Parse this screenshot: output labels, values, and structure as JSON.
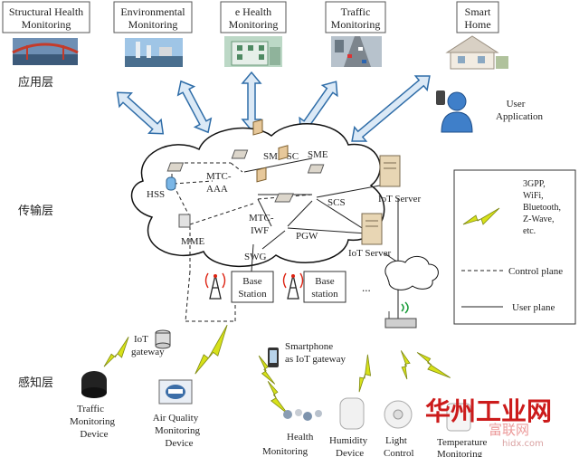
{
  "layers": {
    "application": "应用层",
    "transport": "传输层",
    "perception": "感知层"
  },
  "applications": [
    {
      "line1": "Structural Health",
      "line2": "Monitoring"
    },
    {
      "line1": "Environmental",
      "line2": "Monitoring"
    },
    {
      "line1": "e Health",
      "line2": "Monitoring"
    },
    {
      "line1": "Traffic",
      "line2": "Monitoring"
    },
    {
      "line1": "Smart",
      "line2": "Home"
    }
  ],
  "user_application": {
    "line1": "User",
    "line2": "Application"
  },
  "network_nodes": {
    "hss": "HSS",
    "mtc_aaa_1": "MTC-",
    "mtc_aaa_2": "AAA",
    "sms_sc": "SMS-SC",
    "sme": "SME",
    "scs": "SCS",
    "mtc_iwf_1": "MTC-",
    "mtc_iwf_2": "IWF",
    "mme": "MME",
    "pgw": "PGW",
    "swg": "SWG",
    "iot_server_1": "IoT Server",
    "iot_server_2": "IoT Server"
  },
  "base_stations": [
    {
      "line1": "Base",
      "line2": "Station"
    },
    {
      "line1": "Base",
      "line2": "station"
    }
  ],
  "ellipsis": "...",
  "legend": {
    "radio_lines": [
      "3GPP,",
      "WiFi,",
      "Bluetooth,",
      "Z-Wave,",
      "etc."
    ],
    "control_plane": "Control plane",
    "user_plane": "User plane"
  },
  "devices": {
    "iot_gateway_1": "IoT",
    "iot_gateway_2": "gateway",
    "smartphone_1": "Smartphone",
    "smartphone_2": "as IoT gateway",
    "traffic_device": [
      "Traffic",
      "Monitoring",
      "Device"
    ],
    "air_quality_device": [
      "Air Quality",
      "Monitoring",
      "Device"
    ],
    "health_monitoring": [
      "Health",
      "Monitoring"
    ],
    "humidity_device": [
      "Humidity",
      "Device"
    ],
    "light_control": [
      "Light",
      "Control"
    ],
    "temperature_monitoring": [
      "Temperature",
      "Monitoring"
    ]
  },
  "watermark": {
    "main": "华州工业网",
    "sub": "hidx.com",
    "badge": "富联网"
  },
  "colors": {
    "arrow_fill": "#dbe9f6",
    "arrow_stroke": "#2f6da8",
    "bolt": "#d7e11a",
    "bolt_stroke": "#7f8a12",
    "watermark_red": "#cc1b1b"
  }
}
